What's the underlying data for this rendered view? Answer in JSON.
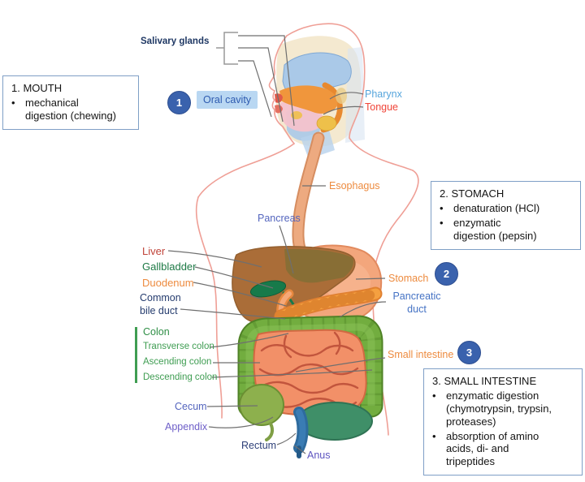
{
  "figure": {
    "region_labels": {
      "salivary_glands": "Salivary glands",
      "oral_cavity": "Oral cavity",
      "pharynx": "Pharynx",
      "tongue": "Tongue",
      "esophagus": "Esophagus",
      "pancreas": "Pancreas",
      "liver": "Liver",
      "gallbladder": "Gallbladder",
      "duodenum": "Duodenum",
      "common_bile_duct": "Common bile duct",
      "colon": "Colon",
      "transverse_colon": "Transverse colon",
      "ascending_colon": "Ascending colon",
      "descending_colon": "Descending colon",
      "cecum": "Cecum",
      "appendix": "Appendix",
      "rectum": "Rectum",
      "anus": "Anus",
      "stomach": "Stomach",
      "pancreatic_duct": "Pancreatic duct",
      "small_intestine": "Small intestine"
    },
    "markers": {
      "mouth": "1",
      "stomach": "2",
      "small_intestine": "3"
    }
  },
  "callouts": [
    {
      "title": "1. MOUTH",
      "bullets": [
        "mechanical digestion (chewing)"
      ]
    },
    {
      "title": "2. STOMACH",
      "bullets": [
        "denaturation (HCl)",
        "enzymatic digestion (pepsin)"
      ]
    },
    {
      "title": "3. SMALL INTESTINE",
      "bullets": [
        "enzymatic digestion (chymotrypsin, trypsin, proteases)",
        "absorption of amino acids, di- and tripeptides"
      ]
    }
  ],
  "bullet_char": "•",
  "colors": {
    "marker_blue": "#3a62ad",
    "callout_border": "#7f9fc6",
    "oral_cavity_bg": "#b9d7f2",
    "label_navy": "#1f3864",
    "label_light_blue": "#56a5dc",
    "label_red": "#f04438",
    "label_orange": "#ed8b3f",
    "label_green": "#3f9d52",
    "label_dark_green": "#1e7a46",
    "label_blue_violet": "#5465be",
    "label_dark_red": "#c0443a",
    "label_blue": "#4472c4",
    "body_outline_pink": "#ef9f96",
    "liver_brown": "#aa6d38",
    "stomach_salmon": "#f3a67c",
    "colon_green": "#72ad3f",
    "intestine_orange": "#f29068",
    "rectum_blue": "#2e6b9e"
  }
}
